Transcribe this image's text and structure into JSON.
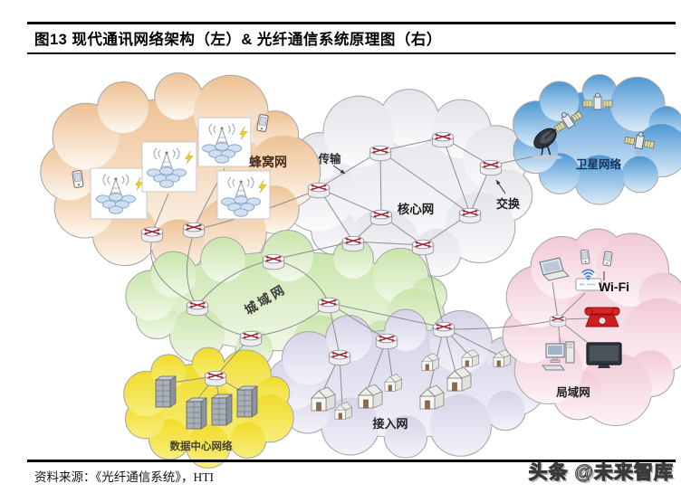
{
  "figure": {
    "title": "图13 现代通讯网络架构（左）& 光纤通信系统原理图（右）",
    "source": "资料来源：《光纤通信系统》，HTI",
    "watermark": "头条 @未来智库"
  },
  "diagram": {
    "labels": {
      "cellular": "蜂窝网",
      "transmission": "传输",
      "core": "核心网",
      "switching": "交换",
      "satellite": "卫星网络",
      "metro": "城域网",
      "wifi": "Wi-Fi",
      "datacenter": "数据中心网络",
      "access": "接入网",
      "lan": "局域网"
    },
    "colors": {
      "cellular_cloud": [
        "#eec193",
        "#fdf7f0"
      ],
      "core_cloud": [
        "#e3e3ea",
        "#fbfbfd"
      ],
      "satellite_cloud": [
        "#4f97d3",
        "#d9ebf9"
      ],
      "metro_cloud": [
        "#c9e5ab",
        "#f1f8e8"
      ],
      "datacenter_cloud": [
        "#f0dc2c",
        "#f8ee7d"
      ],
      "access_cloud": [
        "#d6d3e8",
        "#f3f2f9"
      ],
      "lan_cloud": [
        "#f1c8d6",
        "#fdf3f7"
      ],
      "cloud_outline": "#a6a6a6",
      "router_red": "#9e2230",
      "line": "#8f8f8f",
      "cellular_label": "#4a2c1c",
      "satellite_label": "#16335e",
      "metro_label": "#3d3d3d",
      "datacenter_label": "#45432c",
      "dark_label": "#1d1d1d"
    }
  }
}
